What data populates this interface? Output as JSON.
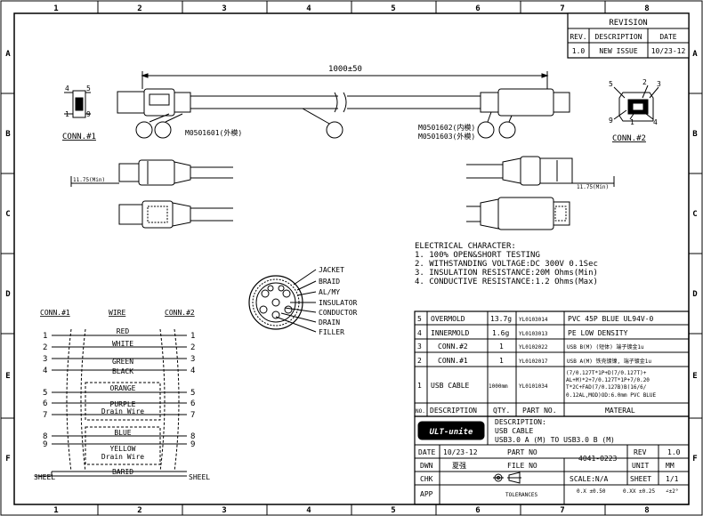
{
  "grid": {
    "cols": [
      "1",
      "2",
      "3",
      "4",
      "5",
      "6",
      "7",
      "8"
    ],
    "rows": [
      "A",
      "B",
      "C",
      "D",
      "E",
      "F"
    ]
  },
  "revision": {
    "title": "REVISION",
    "headers": [
      "REV.",
      "DESCRIPTION",
      "DATE"
    ],
    "row": [
      "1.0",
      "NEW ISSUE",
      "10/23-12"
    ]
  },
  "drawing": {
    "length": "1000±50",
    "conn1_label": "CONN.#1",
    "conn2_label": "CONN.#2",
    "mold1": "M0501601(外模)",
    "mold2a": "M0501602(内模)",
    "mold2b": "M0501603(外模)",
    "dim1": "11.75(Min)",
    "dim2": "11.75(Min)",
    "pins1": [
      "4",
      "5",
      "1",
      "9"
    ],
    "pins2": [
      "5",
      "2",
      "3",
      "9",
      "1",
      "4"
    ]
  },
  "electrical": {
    "title": "ELECTRICAL CHARACTER:",
    "lines": [
      "1. 100% OPEN&SHORT TESTING",
      "2. WITHSTANDING VOLTAGE:DC 300V 0.1Sec",
      "3. INSULATION RESISTANCE:20M Ohms(Min)",
      "4. CONDUCTIVE RESISTANCE:1.2 Ohms(Max)"
    ]
  },
  "cross_section": [
    "JACKET",
    "BRAID",
    "AL/MY",
    "INSULATOR",
    "CONDUCTOR",
    "DRAIN",
    "FILLER"
  ],
  "wiring": {
    "headers": [
      "CONN.#1",
      "WIRE",
      "CONN.#2"
    ],
    "rows": [
      {
        "pin": "1",
        "color": "RED",
        "pin2": "1"
      },
      {
        "pin": "2",
        "color": "WHITE",
        "pin2": "2"
      },
      {
        "pin": "3",
        "color": "GREEN",
        "pin2": "3"
      },
      {
        "pin": "4",
        "color": "BLACK",
        "pin2": "4"
      },
      {
        "pin": "5",
        "color": "ORANGE",
        "pin2": "5"
      },
      {
        "pin": "6",
        "color": "PURPLE",
        "pin2": "6"
      },
      {
        "pin": "7",
        "color": "Drain Wire",
        "pin2": "7"
      },
      {
        "pin": "8",
        "color": "BLUE",
        "pin2": "8"
      },
      {
        "pin": "9",
        "color": "YELLOW",
        "pin2": "9"
      },
      {
        "pin": "",
        "color": "Drain Wire",
        "pin2": ""
      }
    ],
    "barid": "BARID",
    "sheel_left": "SHEEL",
    "sheel_right": "SHEEL"
  },
  "bom": {
    "headers": [
      "NO.",
      "DESCRIPTION",
      "QTY.",
      "PART NO.",
      "MATERAL"
    ],
    "rows": [
      {
        "no": "5",
        "desc": "OVERMOLD",
        "qty": "13.7g",
        "part": "YL0103014",
        "mat": "PVC 45P BLUE UL94V-0"
      },
      {
        "no": "4",
        "desc": "INNERMOLD",
        "qty": "1.6g",
        "part": "YL0103013",
        "mat": "PE LOW DENSITY"
      },
      {
        "no": "3",
        "desc": "CONN.#2",
        "qty": "1",
        "part": "YL0102022",
        "mat": "USB B(M) (短体) 端子镀金1u"
      },
      {
        "no": "2",
        "desc": "CONN.#1",
        "qty": "1",
        "part": "YL0102017",
        "mat": "USB A(M) 铁壳镀镍, 端子镀金1u"
      },
      {
        "no": "1",
        "desc": "USB CABLE",
        "qty": "1000mm",
        "part": "YL0101034",
        "mat": [
          "(7/0.127T*1P+D(7/0.127T)+",
          "AL+M)*2+7/0.127T*1P+7/0.20",
          "T*2C+FAD(7/0.127B)B(16/6/",
          "0.12AL,MOD)OD:6.0mm PVC BLUE"
        ]
      }
    ]
  },
  "title_block": {
    "logo": "ULT-unite",
    "desc_label": "DESCRIPTION:",
    "desc1": "USB CABLE",
    "desc2": "USB3.0 A (M) TO USB3.0 B (M)",
    "date_label": "DATE",
    "date": "10/23-12",
    "part_no_label": "PART NO",
    "part_no": "4041-0223",
    "rev_label": "REV",
    "rev": "1.0",
    "dwn_label": "DWN",
    "dwn": "夏强",
    "file_no_label": "FILE NO",
    "unit_label": "UNIT",
    "unit": "MM",
    "chk_label": "CHK",
    "scale": "SCALE:N/A",
    "sheet_label": "SHEET",
    "sheet": "1/1",
    "app_label": "APP",
    "tol_label": "TOLERANCES",
    "tol1": "0.X ±0.50",
    "tol2": "0.XX ±0.25",
    "tol3": "∠±2°"
  }
}
